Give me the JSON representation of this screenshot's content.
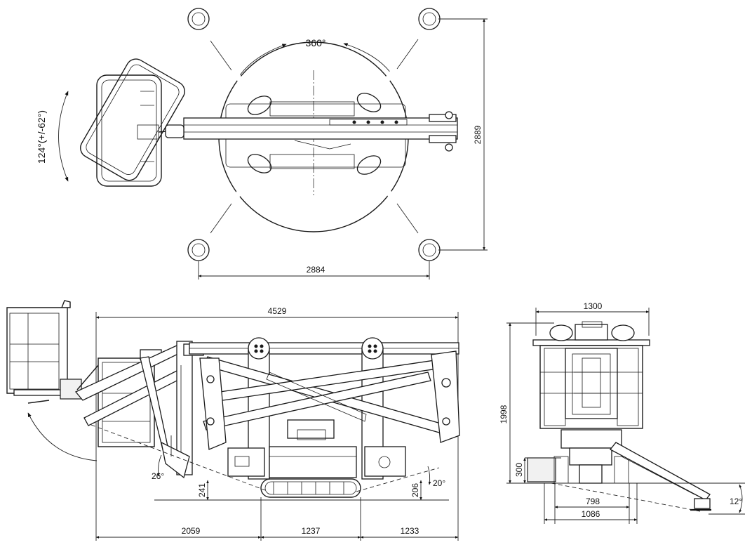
{
  "top_view": {
    "rotation_label": "360°",
    "basket_swing_label": "124°(+/-62°)",
    "width_label": "2884",
    "depth_label": "2889"
  },
  "side_view": {
    "overall_length_label": "4529",
    "rear_segment_label": "2059",
    "track_segment_label": "1237",
    "front_segment_label": "1233",
    "left_clearance_label": "241",
    "right_clearance_label": "206",
    "left_angle_label": "26°",
    "right_angle_label": "20°"
  },
  "front_view": {
    "width_label": "1300",
    "height_label": "1998",
    "lower_height_label": "300",
    "inner_width_label": "798",
    "track_width_label": "1086",
    "slope_angle_label": "12°"
  }
}
